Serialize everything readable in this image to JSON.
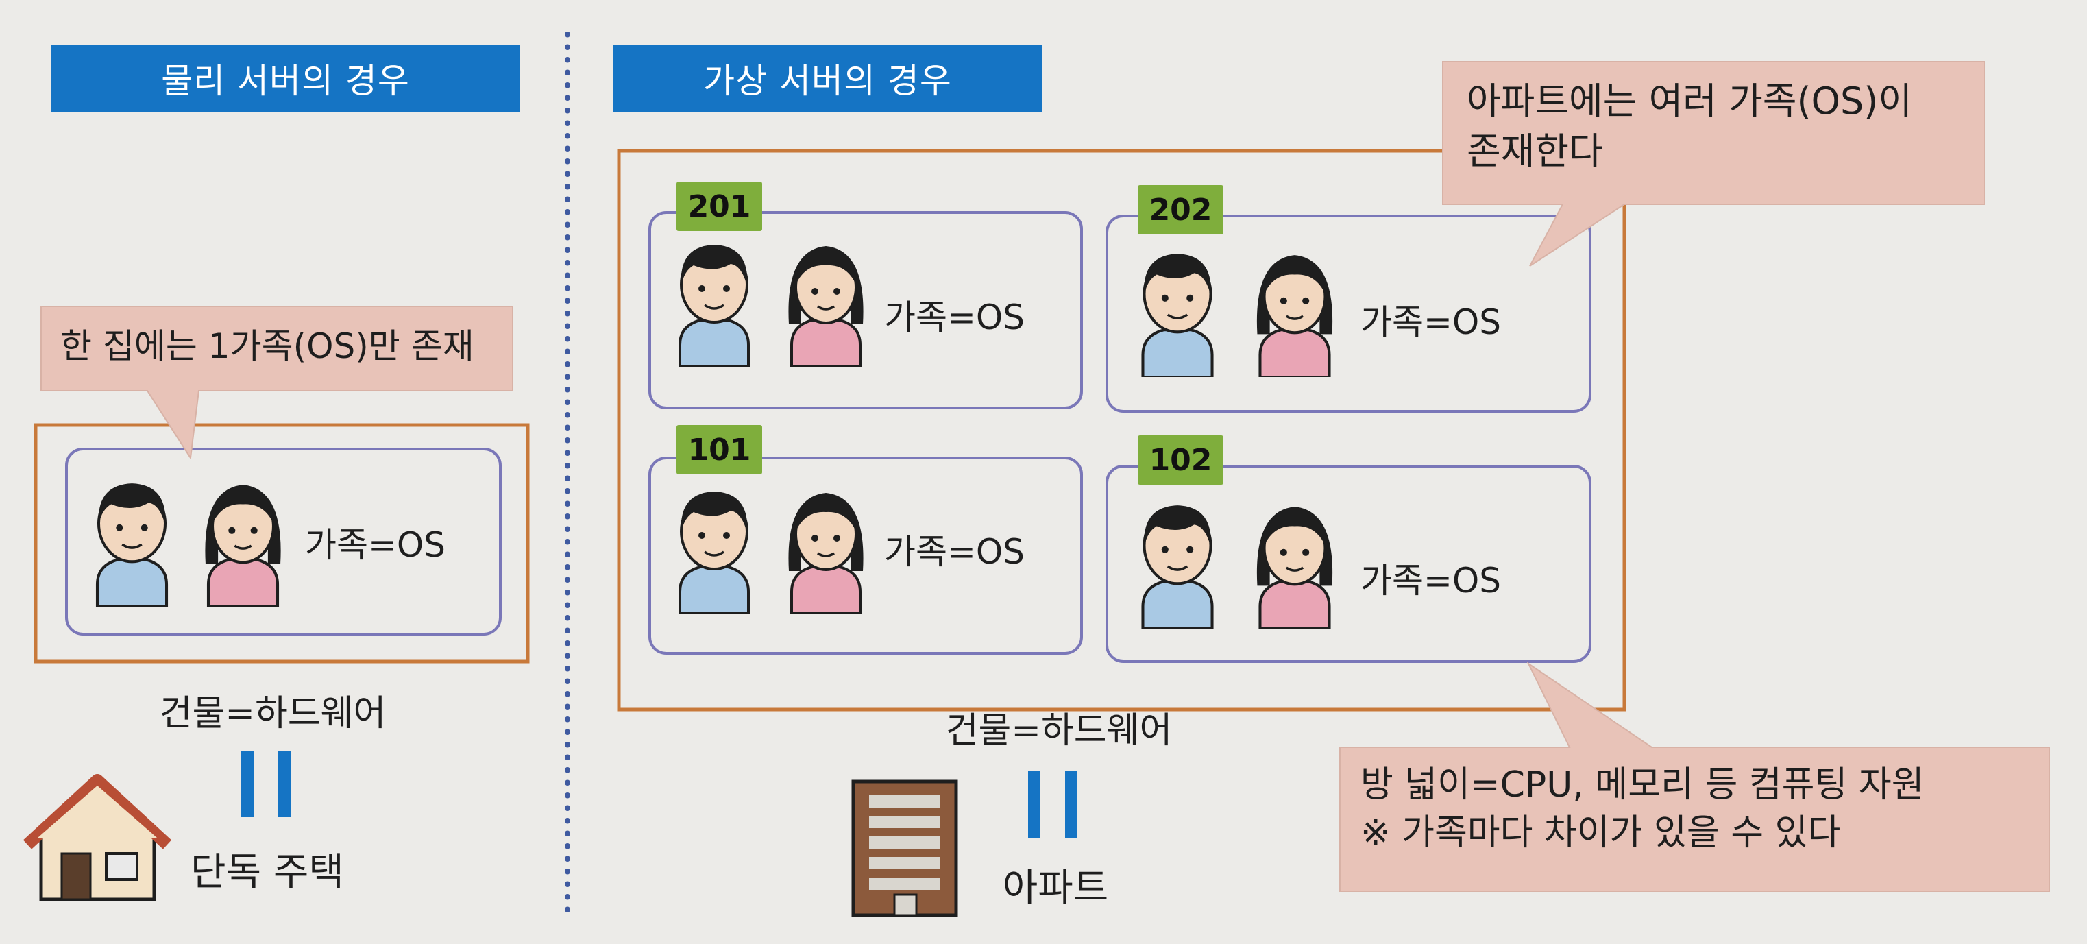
{
  "headers": {
    "physical": "물리 서버의 경우",
    "virtual": "가상 서버의 경우"
  },
  "callouts": {
    "single_family": "한 집에는 1가족(OS)만 존재",
    "apartment_families": "아파트에는 여러 가족(OS)이\n존재한다",
    "room_size": "방 넓이=CPU, 메모리 등 컴퓨팅 자원\n※ 가족마다 차이가 있을 수 있다"
  },
  "physical": {
    "family_label": "가족=OS",
    "building_label": "건물=하드웨어",
    "house_label": "단독 주택"
  },
  "virtual": {
    "rooms": [
      {
        "number": "201",
        "family_label": "가족=OS"
      },
      {
        "number": "202",
        "family_label": "가족=OS"
      },
      {
        "number": "101",
        "family_label": "가족=OS"
      },
      {
        "number": "102",
        "family_label": "가족=OS"
      }
    ],
    "building_label": "건물=하드웨어",
    "apartment_label": "아파트"
  },
  "colors": {
    "header_blue": "#1574c4",
    "outer_border_orange": "#c8793a",
    "inner_border_purple": "#7a77b8",
    "callout_pink": "#e8c3b8",
    "room_number_green": "#7fae3c",
    "divider_dots": "#3f5aa0"
  },
  "icons": [
    "boy-icon",
    "girl-icon",
    "house-icon",
    "apartment-icon",
    "equals-sign-icon"
  ]
}
